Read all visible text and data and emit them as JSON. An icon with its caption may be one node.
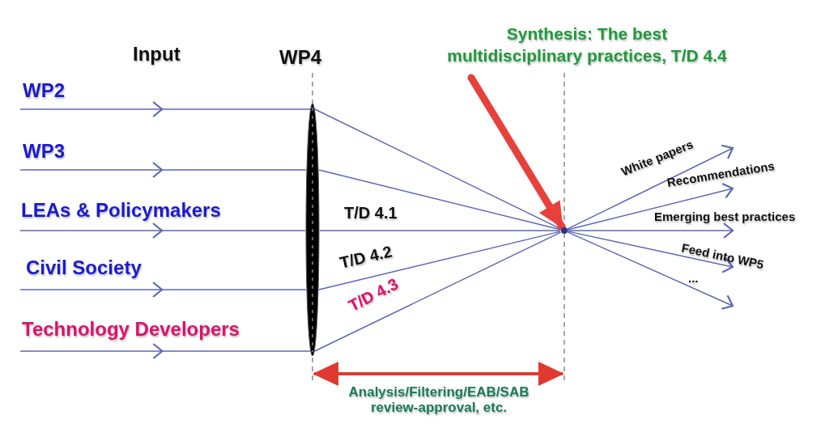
{
  "diagram": {
    "nodes": [
      {
        "text": [
          "WP2"
        ]
      },
      {
        "text": [
          "WP3"
        ]
      },
      {
        "text": [
          "LEAs & Policymakers"
        ]
      },
      {
        "text": [
          "Civil Society"
        ]
      },
      {
        "text": [
          "Technology Developers"
        ]
      },
      {
        "text": [
          "WP4"
        ]
      },
      {
        "text": [
          "Synthesis: The best multidisciplinary practices, T/D 4.4"
        ]
      },
      {
        "text": [],
        "shape": "circle"
      }
    ],
    "edges": [
      {
        "from": 0,
        "to": 5,
        "arrow": "to"
      },
      {
        "from": 1,
        "to": 5,
        "arrow": "to"
      },
      {
        "from": 2,
        "to": 5,
        "arrow": "to"
      },
      {
        "from": 3,
        "to": 5,
        "arrow": "to"
      },
      {
        "from": 4,
        "to": 5,
        "arrow": "to"
      },
      {
        "from": 5,
        "to": 7,
        "arrow": "none"
      },
      {
        "from": 5,
        "to": 7,
        "arrow": "none"
      },
      {
        "from": 5,
        "to": 7,
        "arrow": "none",
        "label": "T/D 4.1"
      },
      {
        "from": 5,
        "to": 7,
        "arrow": "none",
        "label": "T/D 4.2"
      },
      {
        "from": 5,
        "to": 7,
        "arrow": "none",
        "label": "T/D 4.3"
      },
      {
        "from": 7,
        "to": null,
        "arrow": "to",
        "label": "White papers"
      },
      {
        "from": 7,
        "to": null,
        "arrow": "to",
        "label": "Recommendations"
      },
      {
        "from": 7,
        "to": null,
        "arrow": "to",
        "label": "Emerging best practices"
      },
      {
        "from": 7,
        "to": null,
        "arrow": "to",
        "label": "Feed into WP5"
      },
      {
        "from": 7,
        "to": null,
        "arrow": "to",
        "label": "..."
      },
      {
        "from": 6,
        "to": 7,
        "arrow": "to",
        "style": "thick",
        "color": "#e8403a"
      }
    ],
    "labels": [
      "Input",
      "Analysis/Filtering/EAB/SAB review-approval, etc."
    ]
  }
}
